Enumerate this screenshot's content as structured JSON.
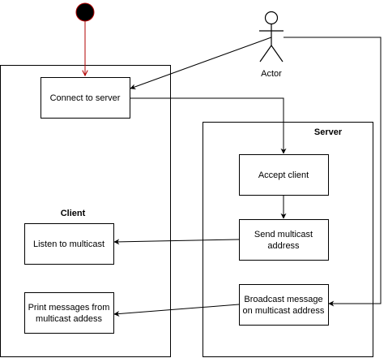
{
  "diagram": {
    "actor_label": "Actor",
    "client": {
      "title": "Client",
      "connect": "Connect to server",
      "listen": "Listen to multicast",
      "print_line1": "Print messages from",
      "print_line2": "multicast addess"
    },
    "server": {
      "title": "Server",
      "accept": "Accept client",
      "send_line1": "Send multicast",
      "send_line2": "address",
      "broadcast_line1": "Broadcast message",
      "broadcast_line2": "on multicast address"
    },
    "colors": {
      "start_node": "#000000",
      "start_node_border": "#b20000",
      "start_arrow": "#b20000",
      "line": "#000000"
    }
  }
}
